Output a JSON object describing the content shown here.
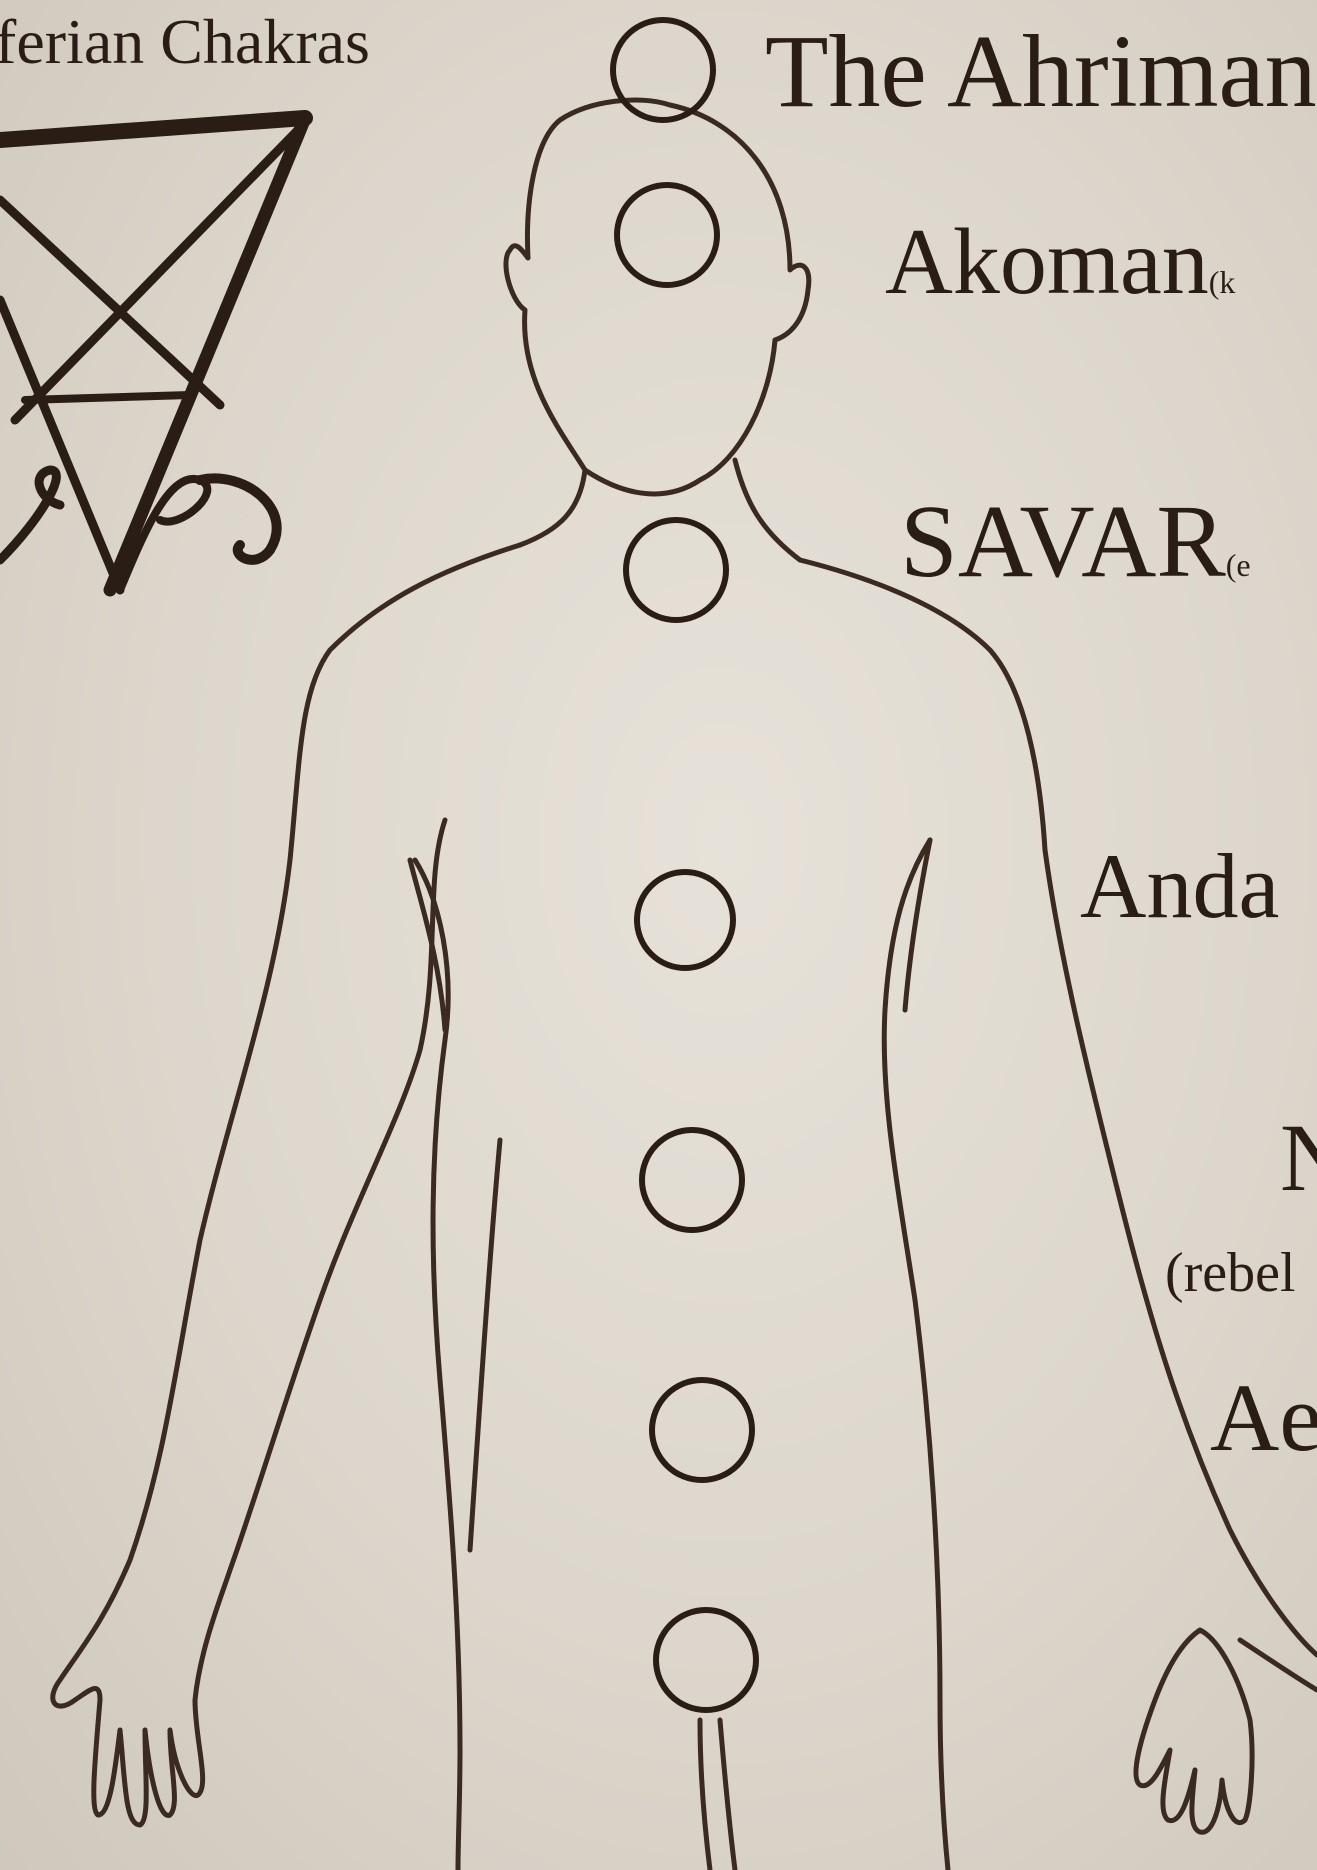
{
  "header": {
    "left_title": "ferian Chakras",
    "right_title": "The Ahriman"
  },
  "labels": {
    "akoman": "Akoman",
    "akoman_suffix": "(k",
    "savar": "SAVAR",
    "savar_suffix": "(e",
    "anda": "Anda",
    "n_fragment": "N",
    "rebel": "(rebel",
    "ae": "Ae"
  },
  "colors": {
    "ink": "#2a1d16",
    "paper": "#ddd8cf"
  },
  "icons": {
    "sigil": "sigil-of-lucifer-icon"
  }
}
